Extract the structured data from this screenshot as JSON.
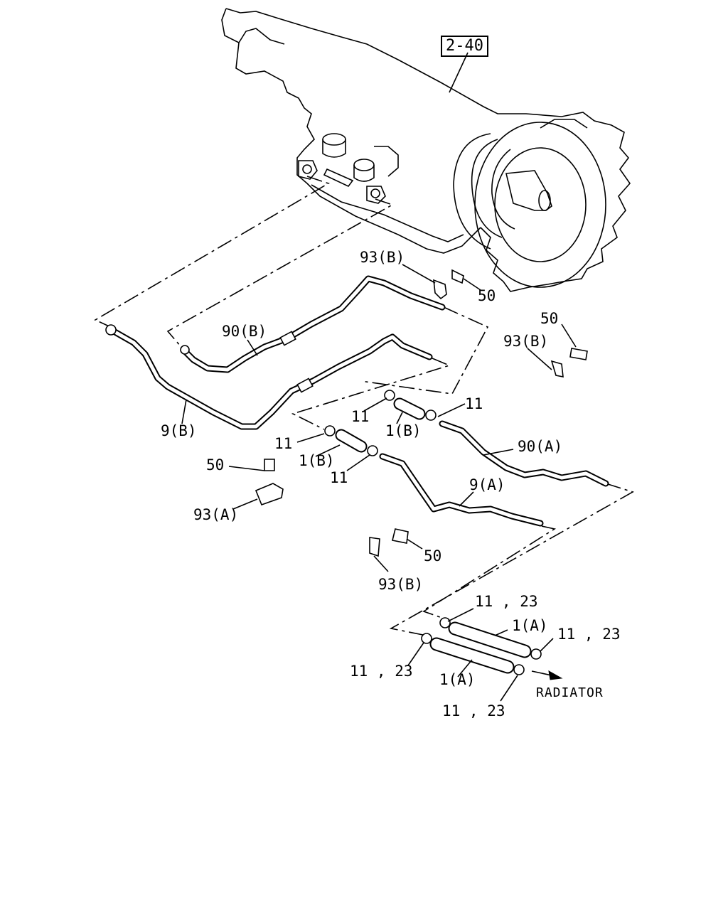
{
  "reference": {
    "label": "2-40"
  },
  "parts": {
    "p93b_top": "93(B)",
    "p50_top": "50",
    "p90b": "90(B)",
    "p50_right": "50",
    "p93b_right": "93(B)",
    "p9b": "9(B)",
    "p11_a": "11",
    "p11_b": "11",
    "p1b_a": "1(B)",
    "p11_c": "11",
    "p90a": "90(A)",
    "p1b_b": "1(B)",
    "p11_d": "11",
    "p50_left": "50",
    "p9a": "9(A)",
    "p93a": "93(A)",
    "p50_bottom": "50",
    "p93b_bottom": "93(B)",
    "p11_23_a": "11 , 23",
    "p1a_a": "1(A)",
    "p11_23_b": "11 , 23",
    "p11_23_c": "11 , 23",
    "p1a_b": "1(A)",
    "p11_23_d": "11 , 23"
  },
  "direction": {
    "label": "RADIATOR"
  }
}
